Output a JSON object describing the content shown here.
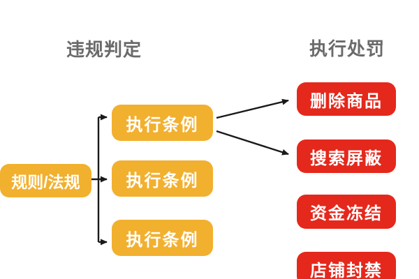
{
  "diagram": {
    "headers": {
      "judgment": "违规判定",
      "punishment": "执行处罚"
    },
    "source_node": {
      "label": "规则/法规"
    },
    "rule_nodes": [
      {
        "label": "执行条例"
      },
      {
        "label": "执行条例"
      },
      {
        "label": "执行条例"
      }
    ],
    "punishment_nodes": [
      {
        "label": "删除商品"
      },
      {
        "label": "搜索屏蔽"
      },
      {
        "label": "资金冻结"
      },
      {
        "label": "店铺封禁"
      }
    ],
    "colors": {
      "node_yellow": "#f2b02f",
      "node_red": "#e5281c",
      "header_gray": "#6a6a6a",
      "connector_black": "#1a1a1a",
      "node_text_white": "#ffffff",
      "background": "#ffffff"
    }
  }
}
